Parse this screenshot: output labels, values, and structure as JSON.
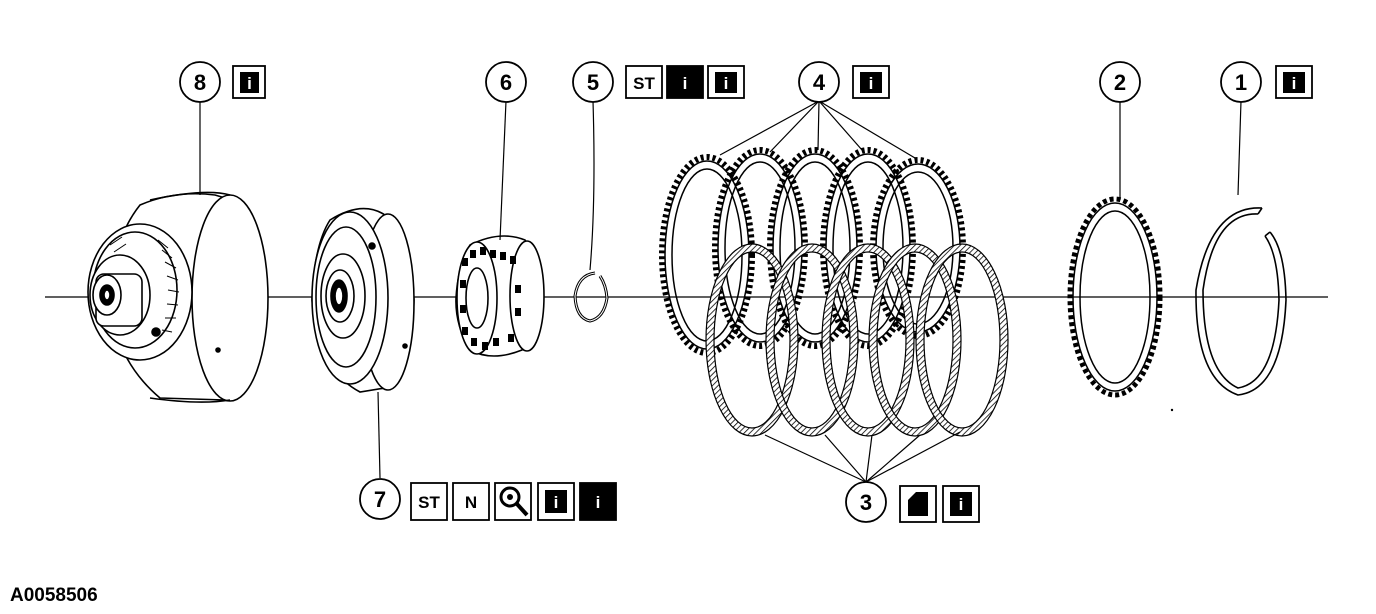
{
  "figure_id": "A0058506",
  "callouts": [
    {
      "number": "8",
      "tags": [
        "i"
      ]
    },
    {
      "number": "6",
      "tags": []
    },
    {
      "number": "5",
      "tags": [
        "ST",
        "i",
        "i"
      ]
    },
    {
      "number": "4",
      "tags": [
        "i"
      ]
    },
    {
      "number": "2",
      "tags": []
    },
    {
      "number": "1",
      "tags": [
        "i"
      ]
    },
    {
      "number": "7",
      "tags": [
        "ST",
        "N",
        "magnifier-icon",
        "i",
        "i"
      ]
    },
    {
      "number": "3",
      "tags": [
        "oil-can-icon",
        "i"
      ]
    }
  ],
  "colors": {
    "ink": "#000000",
    "paper": "#ffffff",
    "shade": "#9a9a9a"
  }
}
